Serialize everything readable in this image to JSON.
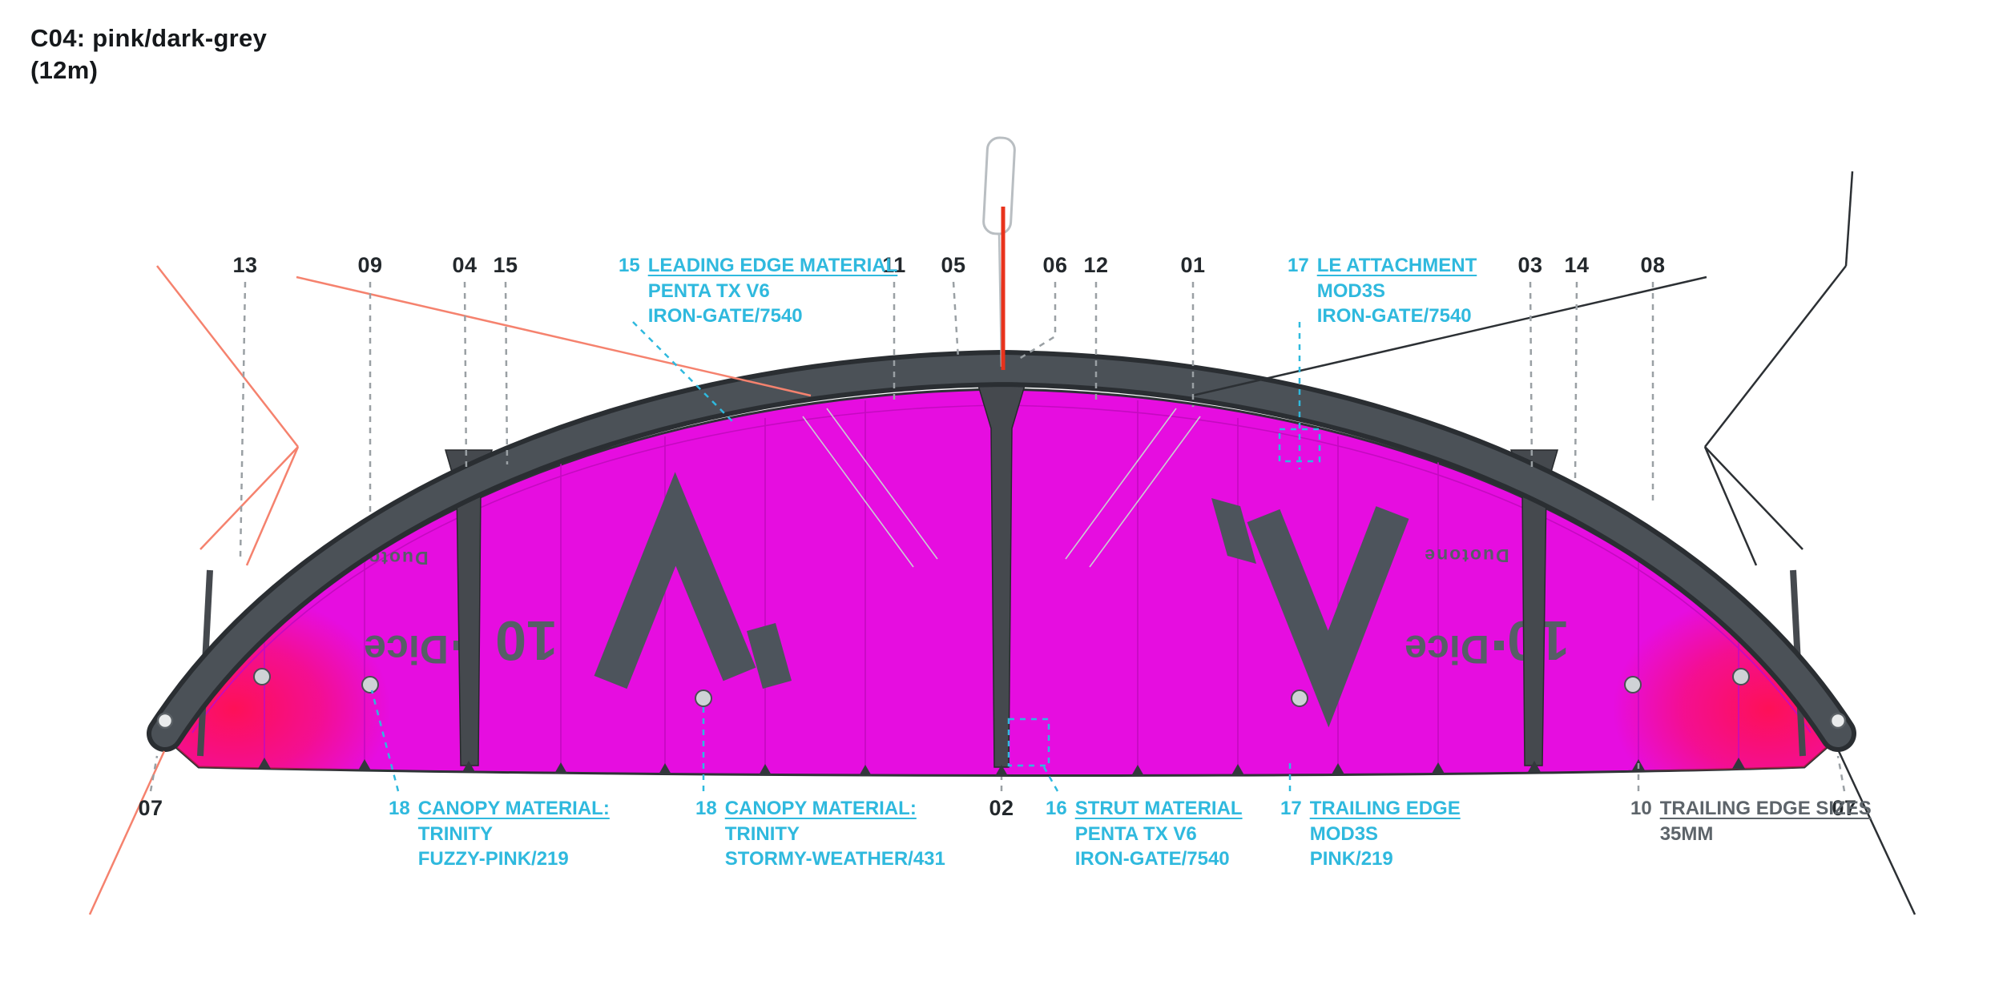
{
  "title": {
    "line1": "C04: pink/dark-grey",
    "line2": "(12m)"
  },
  "callouts": {
    "top": [
      {
        "num": "13"
      },
      {
        "num": "09"
      },
      {
        "num": "04"
      },
      {
        "num": "15"
      },
      {
        "num": "11"
      },
      {
        "num": "05"
      },
      {
        "num": "06"
      },
      {
        "num": "12"
      },
      {
        "num": "01"
      },
      {
        "num": "03"
      },
      {
        "num": "14"
      },
      {
        "num": "08"
      }
    ],
    "bottom": [
      {
        "num": "07"
      },
      {
        "num": "02"
      },
      {
        "num": "07"
      }
    ]
  },
  "material_labels": {
    "leading_edge": {
      "num": "15",
      "title": "LEADING EDGE MATERIAL",
      "lines": [
        "PENTA TX V6",
        "IRON-GATE/7540"
      ]
    },
    "le_attachment": {
      "num": "17",
      "title": "LE ATTACHMENT",
      "lines": [
        "MOD3S",
        "IRON-GATE/7540"
      ]
    },
    "canopy_left": {
      "num": "18",
      "title": "CANOPY MATERIAL:",
      "lines": [
        "TRINITY",
        "FUZZY-PINK/219"
      ]
    },
    "canopy_center": {
      "num": "18",
      "title": "CANOPY MATERIAL:",
      "lines": [
        "TRINITY",
        "STORMY-WEATHER/431"
      ]
    },
    "strut": {
      "num": "16",
      "title": "STRUT MATERIAL",
      "lines": [
        "PENTA TX V6",
        "IRON-GATE/7540"
      ]
    },
    "trailing_edge": {
      "num": "17",
      "title": "TRAILING EDGE",
      "lines": [
        "MOD3S",
        "PINK/219"
      ]
    },
    "trailing_edge_sizes": {
      "num": "10",
      "title": "TRAILING EDGE SIZES",
      "lines": [
        "35MM"
      ]
    }
  },
  "kite_text": {
    "brand": "Duotone",
    "model": "Dice",
    "size": "10"
  },
  "colors": {
    "canopy": "#e60de0",
    "tip_glow": "#ff1050",
    "frame_grey": "#4a5056",
    "accent_cyan": "#2fb9de",
    "leader_grey": "#9aa0a4",
    "bridle_left": "#f5826e",
    "bridle_right": "#2c3034",
    "center_line": "#e8331c"
  }
}
